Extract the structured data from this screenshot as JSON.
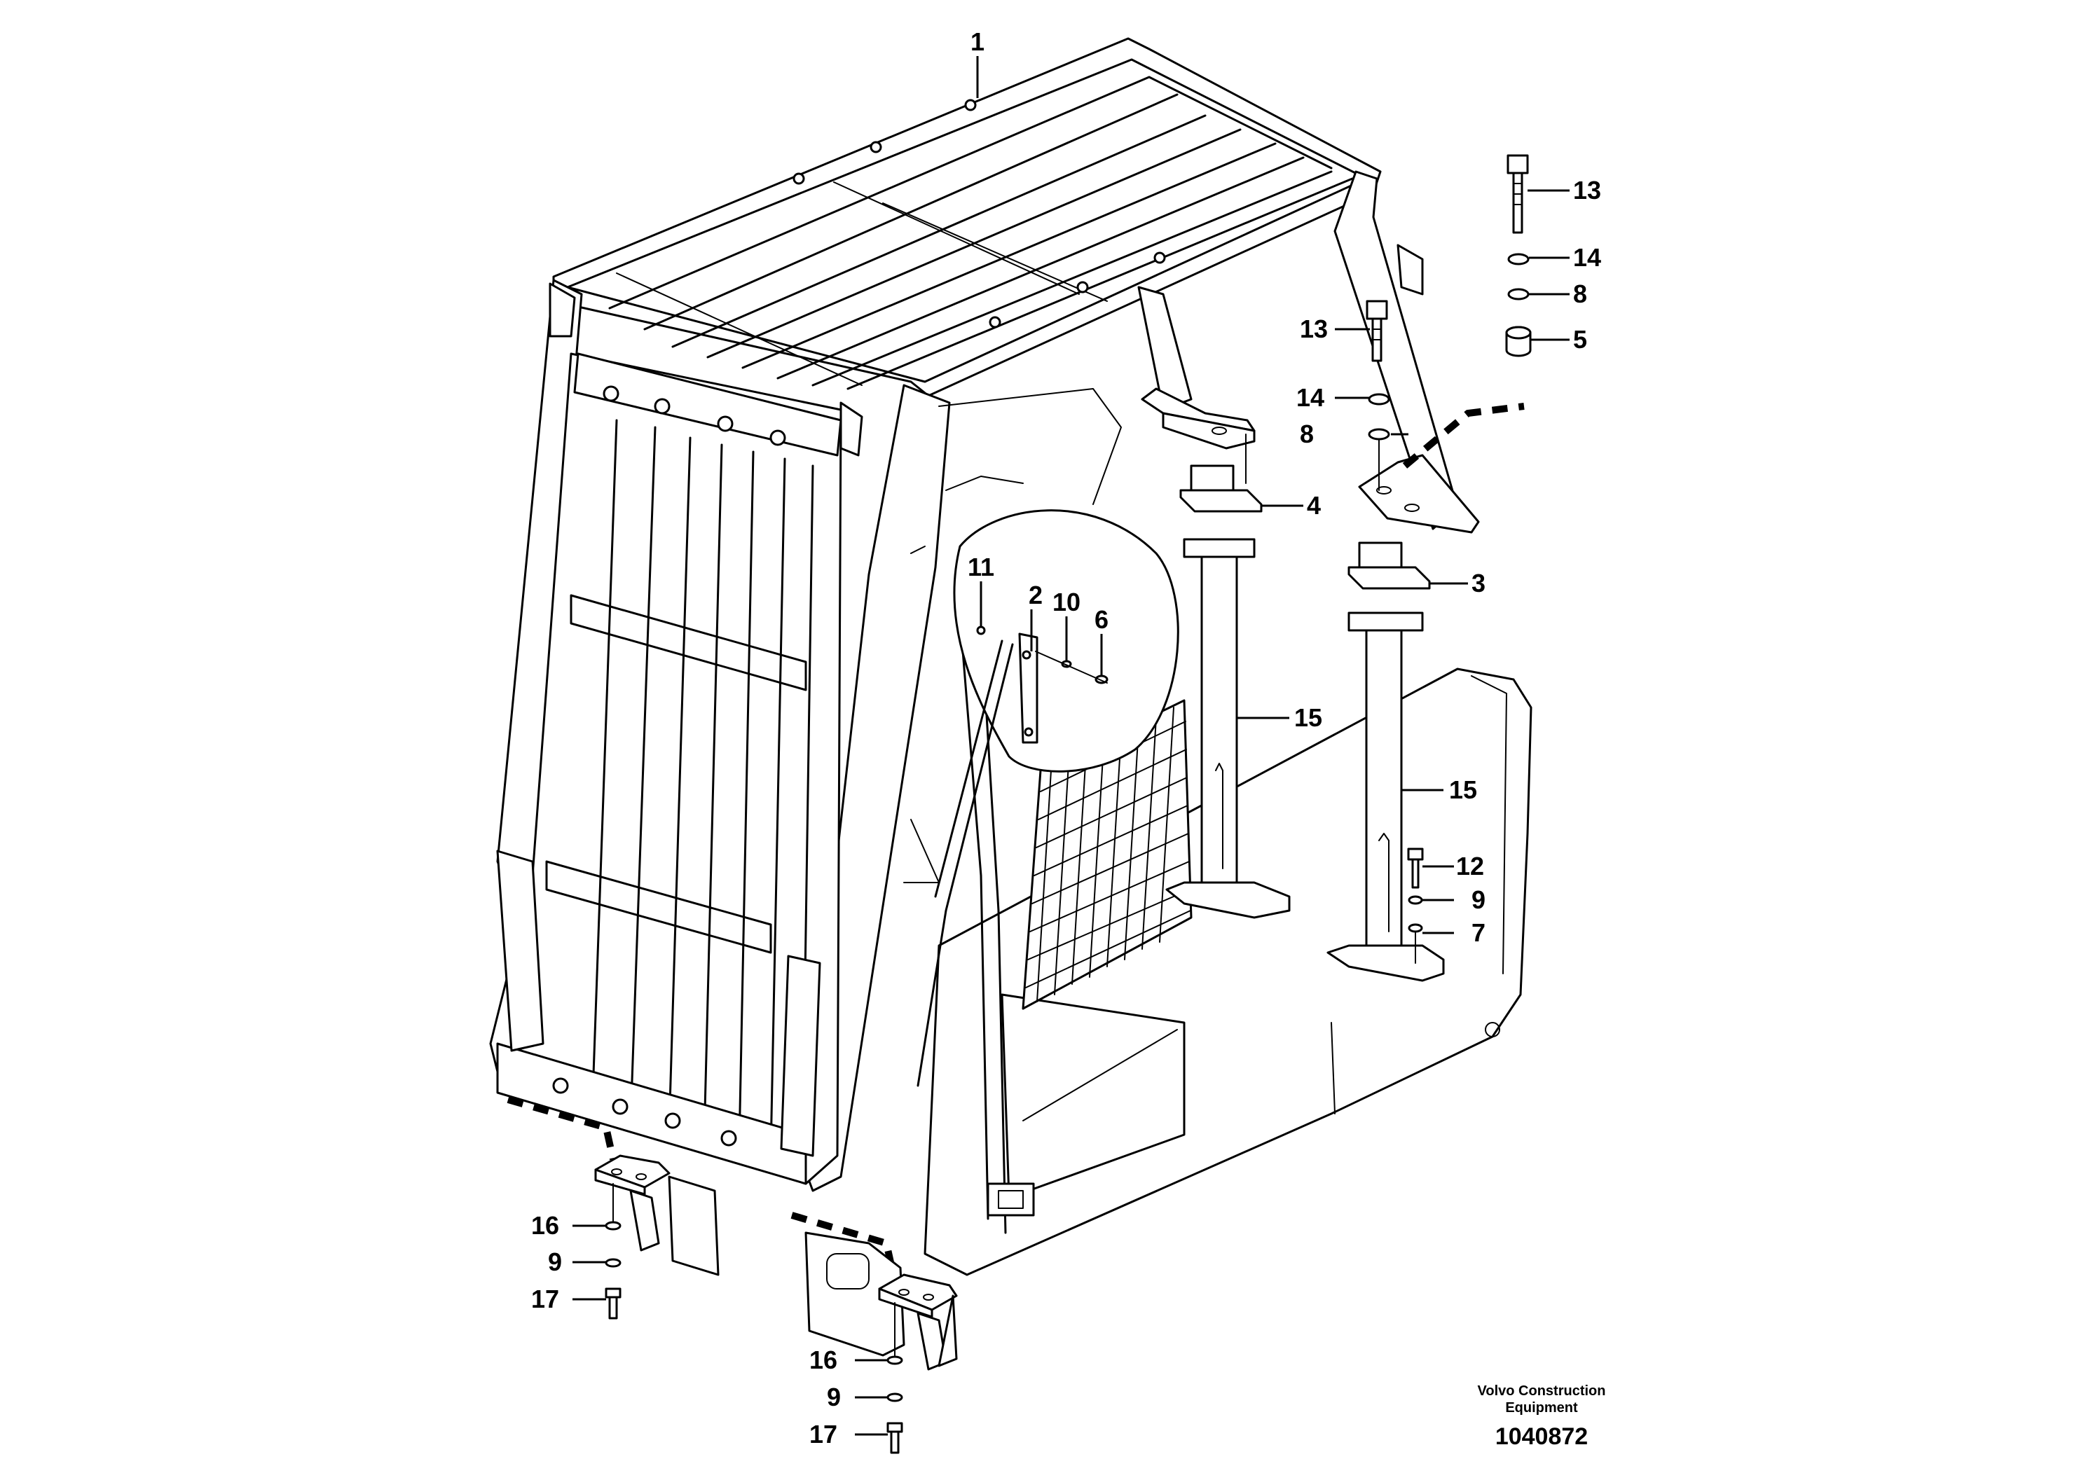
{
  "diagram": {
    "callouts": [
      {
        "id": "c1",
        "label": "1"
      },
      {
        "id": "c2",
        "label": "2"
      },
      {
        "id": "c3",
        "label": "3"
      },
      {
        "id": "c4",
        "label": "4"
      },
      {
        "id": "c5",
        "label": "5"
      },
      {
        "id": "c6",
        "label": "6"
      },
      {
        "id": "c7",
        "label": "7"
      },
      {
        "id": "c8a",
        "label": "8"
      },
      {
        "id": "c8b",
        "label": "8"
      },
      {
        "id": "c9a",
        "label": "9"
      },
      {
        "id": "c9b",
        "label": "9"
      },
      {
        "id": "c9c",
        "label": "9"
      },
      {
        "id": "c10",
        "label": "10"
      },
      {
        "id": "c11",
        "label": "11"
      },
      {
        "id": "c12",
        "label": "12"
      },
      {
        "id": "c13a",
        "label": "13"
      },
      {
        "id": "c13b",
        "label": "13"
      },
      {
        "id": "c14a",
        "label": "14"
      },
      {
        "id": "c14b",
        "label": "14"
      },
      {
        "id": "c15a",
        "label": "15"
      },
      {
        "id": "c15b",
        "label": "15"
      },
      {
        "id": "c16a",
        "label": "16"
      },
      {
        "id": "c16b",
        "label": "16"
      },
      {
        "id": "c17a",
        "label": "17"
      },
      {
        "id": "c17b",
        "label": "17"
      }
    ],
    "footer": {
      "brand_line1": "Volvo Construction",
      "brand_line2": "Equipment",
      "drawing_number": "1040872"
    },
    "colors": {
      "ink": "#000000",
      "paper": "#ffffff"
    }
  }
}
